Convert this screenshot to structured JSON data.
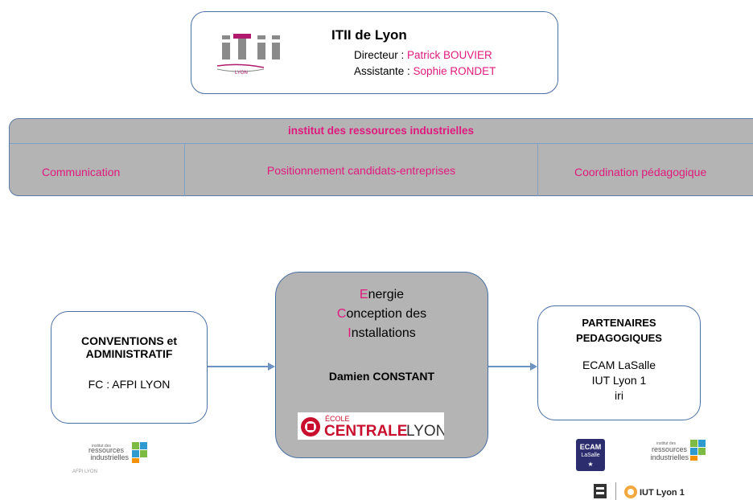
{
  "header": {
    "title": "ITII de Lyon",
    "directeur_label": "Directeur : ",
    "directeur_name": "Patrick BOUVIER",
    "assistante_label": "Assistante : ",
    "assistante_name": "Sophie RONDET",
    "logo_text": "itii",
    "logo_sub": "LYON"
  },
  "band": {
    "title": "institut des ressources industrielles",
    "items": [
      "Communication",
      "Positionnement candidats-entreprises",
      "Coordination pédagogique"
    ]
  },
  "left_box": {
    "title_line1": "CONVENTIONS et",
    "title_line2": "ADMINISTRATIF",
    "body": "FC : AFPI LYON"
  },
  "center_box": {
    "line1_first": "E",
    "line1_rest": "nergie",
    "line2_first": "C",
    "line2_rest": "onception des",
    "line3_first": "I",
    "line3_rest": "nstallations",
    "name": "Damien CONSTANT",
    "logo_small": "ÉCOLE",
    "logo_main": "CENTRALE",
    "logo_suffix": "LYON"
  },
  "right_box": {
    "title_line1": "PARTENAIRES",
    "title_line2": "PEDAGOGIQUES",
    "items": [
      "ECAM LaSalle",
      "IUT Lyon 1",
      "iri"
    ]
  },
  "logos": {
    "iri_line1": "institut des",
    "iri_line2": "ressources",
    "iri_line3": "industrielles",
    "afpi": "AFPI LYON",
    "ecam_line1": "ECAM",
    "ecam_line2": "LaSalle",
    "iut": "IUT Lyon 1"
  },
  "colors": {
    "accent": "#e0197d",
    "band": "#b4b4b4",
    "border": "#4a6fa5"
  }
}
